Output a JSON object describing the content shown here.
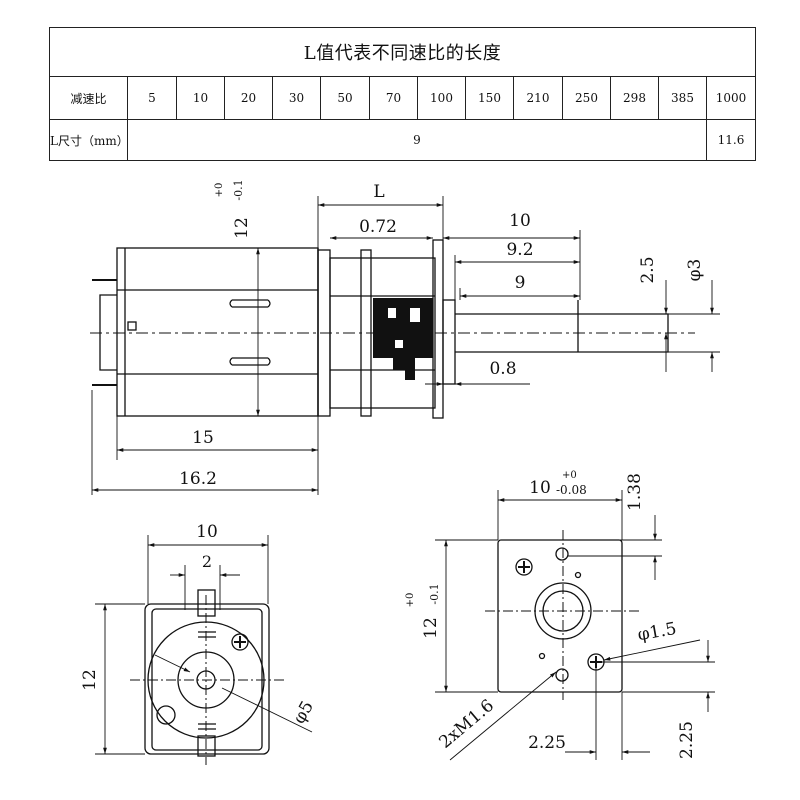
{
  "table": {
    "title": "L值代表不同速比的长度",
    "ratio_label": "减速比",
    "ratios": [
      "5",
      "10",
      "20",
      "30",
      "50",
      "70",
      "100",
      "150",
      "210",
      "250",
      "298",
      "385",
      "1000"
    ],
    "lsize_label": "L尺寸（mm）",
    "lsize_common": "9",
    "lsize_last": "11.6"
  },
  "side_view": {
    "dim_L": "L",
    "dim_0_72": "0.72",
    "dim_10": "10",
    "dim_9_2": "9.2",
    "dim_9": "9",
    "dim_0_8": "0.8",
    "dim_2_5": "2.5",
    "dim_phi3": "φ3",
    "dim_12": "12",
    "tol_12": "+0\n-0.1",
    "dim_15": "15",
    "dim_16_2": "16.2"
  },
  "front_view": {
    "dim_10": "10",
    "dim_2": "2",
    "dim_12": "12",
    "dim_phi5": "φ5"
  },
  "rear_view": {
    "dim_10": "10",
    "tol_10_upper": "+0",
    "tol_10_lower": "-0.08",
    "dim_1_38": "1.38",
    "dim_12": "12",
    "tol_12_upper": "+0",
    "tol_12_lower": "-0.1",
    "dim_phi1_5": "φ1.5",
    "dim_screw": "2xM1.6",
    "dim_2_25_h": "2.25",
    "dim_2_25_v": "2.25"
  }
}
